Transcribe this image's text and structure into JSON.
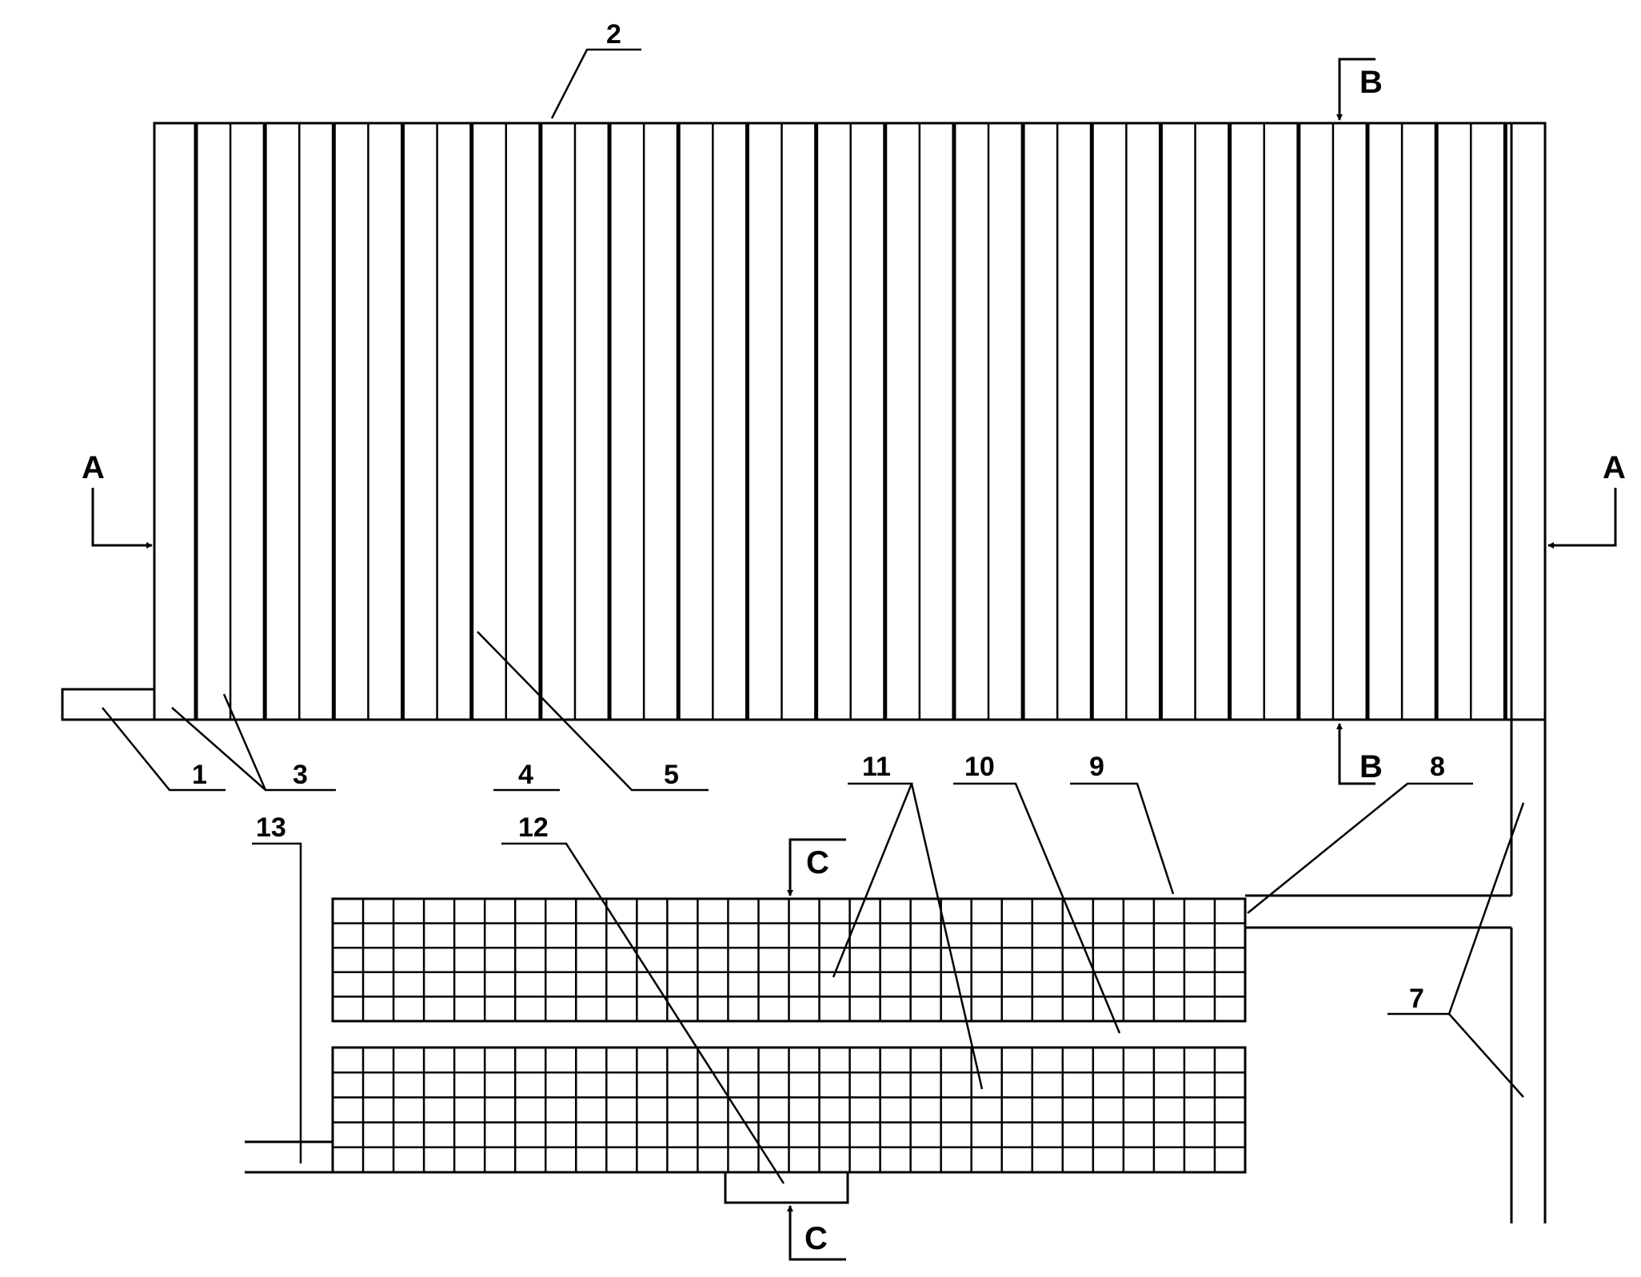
{
  "drawing": {
    "section_letters": {
      "a_left": "A",
      "a_right": "A",
      "b_top": "B",
      "b_bottom": "B",
      "c_top": "C",
      "c_bottom": "C"
    },
    "callouts": [
      {
        "id": "1",
        "text": "1"
      },
      {
        "id": "2",
        "text": "2"
      },
      {
        "id": "3",
        "text": "3"
      },
      {
        "id": "4",
        "text": "4"
      },
      {
        "id": "5",
        "text": "5"
      },
      {
        "id": "7",
        "text": "7"
      },
      {
        "id": "8",
        "text": "8"
      },
      {
        "id": "9",
        "text": "9"
      },
      {
        "id": "10",
        "text": "10"
      },
      {
        "id": "11",
        "text": "11"
      },
      {
        "id": "12",
        "text": "12"
      },
      {
        "id": "13",
        "text": "13"
      }
    ]
  },
  "colors": {
    "line": "#000000",
    "background": "#ffffff"
  }
}
